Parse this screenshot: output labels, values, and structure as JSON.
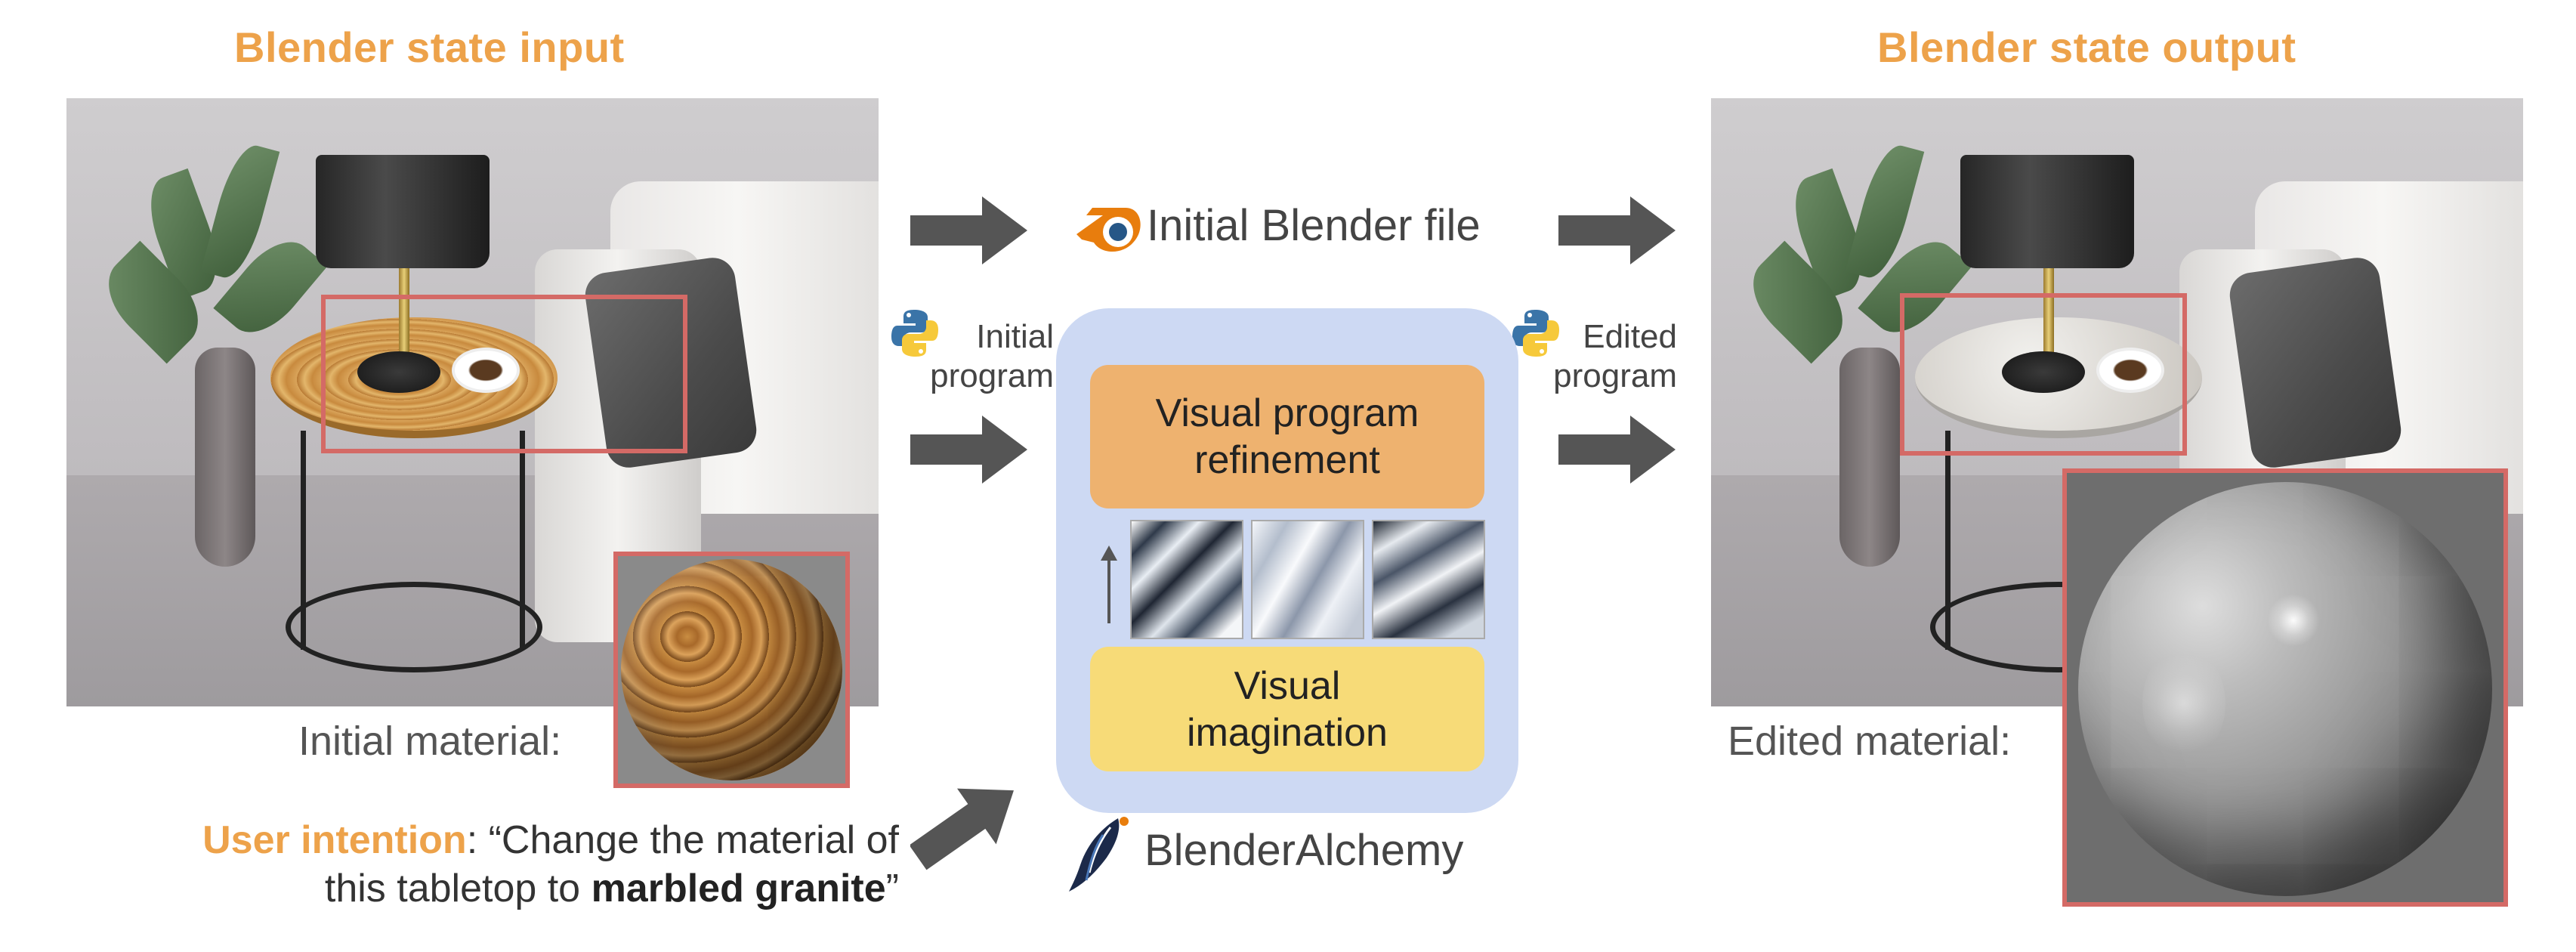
{
  "titles": {
    "input": "Blender state input",
    "output": "Blender state output"
  },
  "labels": {
    "initial_material": "Initial material:",
    "edited_material": "Edited material:",
    "initial_blender_file": "Initial Blender file",
    "initial_program_line1": "Initial",
    "initial_program_line2": "program",
    "edited_program_line1": "Edited",
    "edited_program_line2": "program",
    "visual_program_refinement_line1": "Visual program",
    "visual_program_refinement_line2": "refinement",
    "visual_imagination_line1": "Visual",
    "visual_imagination_line2": "imagination",
    "system_name": "BlenderAlchemy"
  },
  "user_intention": {
    "label": "User intention",
    "sep": ": “Change the material of",
    "line2_prefix": "this tabletop to ",
    "highlight": "marbled granite",
    "line2_suffix": "”"
  },
  "icons": {
    "blender": "blender-logo-icon",
    "python": "python-logo-icon",
    "alchemy": "blenderalchemy-logo-icon"
  },
  "colors": {
    "accent_orange": "#eda24a",
    "highlight_red": "#d46a66",
    "panel_blue": "#cdd9f3",
    "refine_orange": "#eeb26f",
    "imagination_yellow": "#f7db78",
    "arrow_gray": "#555555"
  }
}
